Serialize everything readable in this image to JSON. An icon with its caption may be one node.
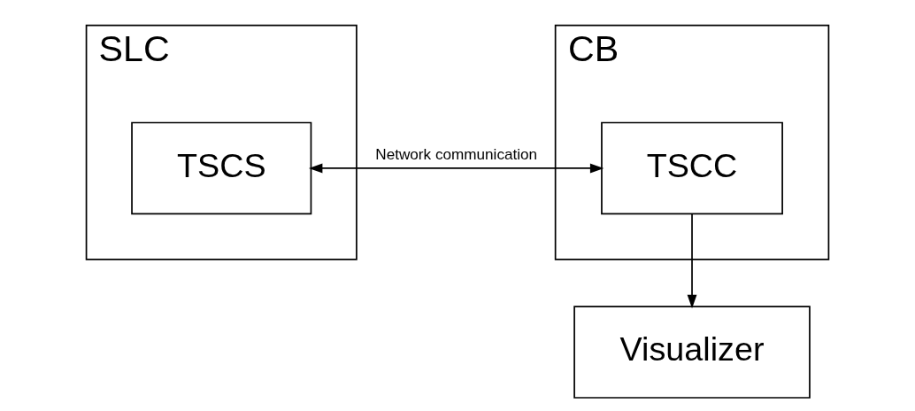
{
  "diagram": {
    "nodes": [
      {
        "text": [
          "SLC"
        ]
      },
      {
        "text": [
          "TSCS"
        ],
        "in": 0
      },
      {
        "text": [
          "CB"
        ]
      },
      {
        "text": [
          "TSCC"
        ],
        "in": 2
      },
      {
        "text": [
          "Visualizer"
        ]
      }
    ],
    "edges": [
      {
        "from": 1,
        "to": 3,
        "arrow": "both",
        "label": "Network communication"
      },
      {
        "from": 3,
        "to": 4,
        "arrow": "to"
      }
    ]
  }
}
